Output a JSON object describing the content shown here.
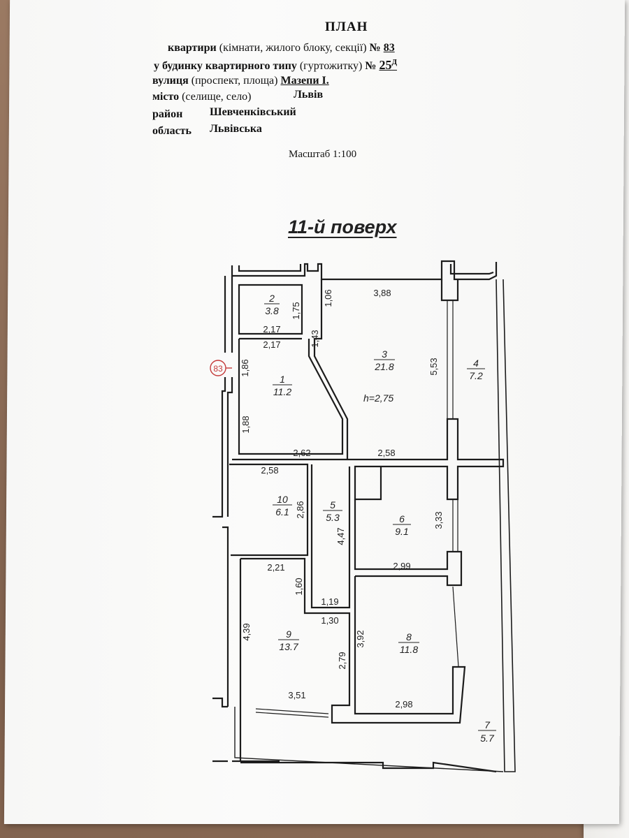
{
  "header": {
    "title": "ПЛАН",
    "line1_label": "квартири",
    "line1_note": "(кімнати, жилого блоку, секції)",
    "line1_no": "№",
    "apartment_no": "83",
    "line2_label": "у  будинку квартирного типу",
    "line2_note": "(гуртожитку)",
    "line2_no": "№",
    "house_no": "25",
    "house_letter": "Д",
    "street_label": "вулиця",
    "street_note": "(проспект, площа)",
    "street": "Мазепи І.",
    "city_label": "місто",
    "city_note": "(селище, село)",
    "city": "Львів",
    "district_label": "район",
    "district": "Шевченківський",
    "region_label": "область",
    "region": "Львівська",
    "scale": "Масштаб 1:100"
  },
  "floor_title": "11-й поверх",
  "plan": {
    "apartment_marker": "83",
    "height_label": "h=2,75",
    "rooms": [
      {
        "no": "1",
        "area": "11.2"
      },
      {
        "no": "2",
        "area": "3.8"
      },
      {
        "no": "3",
        "area": "21.8"
      },
      {
        "no": "4",
        "area": "7.2"
      },
      {
        "no": "5",
        "area": "5.3"
      },
      {
        "no": "6",
        "area": "9.1"
      },
      {
        "no": "7",
        "area": "5.7"
      },
      {
        "no": "8",
        "area": "11.8"
      },
      {
        "no": "9",
        "area": "13.7"
      },
      {
        "no": "10",
        "area": "6.1"
      }
    ],
    "dims": {
      "r2_h": "1,75",
      "r2_w": "2,17",
      "r1_w_top": "2,17",
      "r1_h_top": "1,86",
      "r1_h_bot": "1,88",
      "r1_w_bot": "2,62",
      "diag": "1,43",
      "r3_left": "1,06",
      "r3_top": "3,88",
      "r3_right": "5,53",
      "r3_bot": "2,58",
      "r10_w": "2,58",
      "r10_h": "2,86",
      "r5_h": "4,47",
      "r6_h": "3,33",
      "r6_w": "2,99",
      "r9_w_top": "2,21",
      "r9_h_top": "1,60",
      "r9_w_mid": "1,19",
      "r9_w_mid2": "1,30",
      "r9_h": "4,39",
      "r9_h_right": "2,79",
      "r9_w_bot": "3,51",
      "r8_h": "3,92",
      "r8_w": "2,98"
    }
  }
}
